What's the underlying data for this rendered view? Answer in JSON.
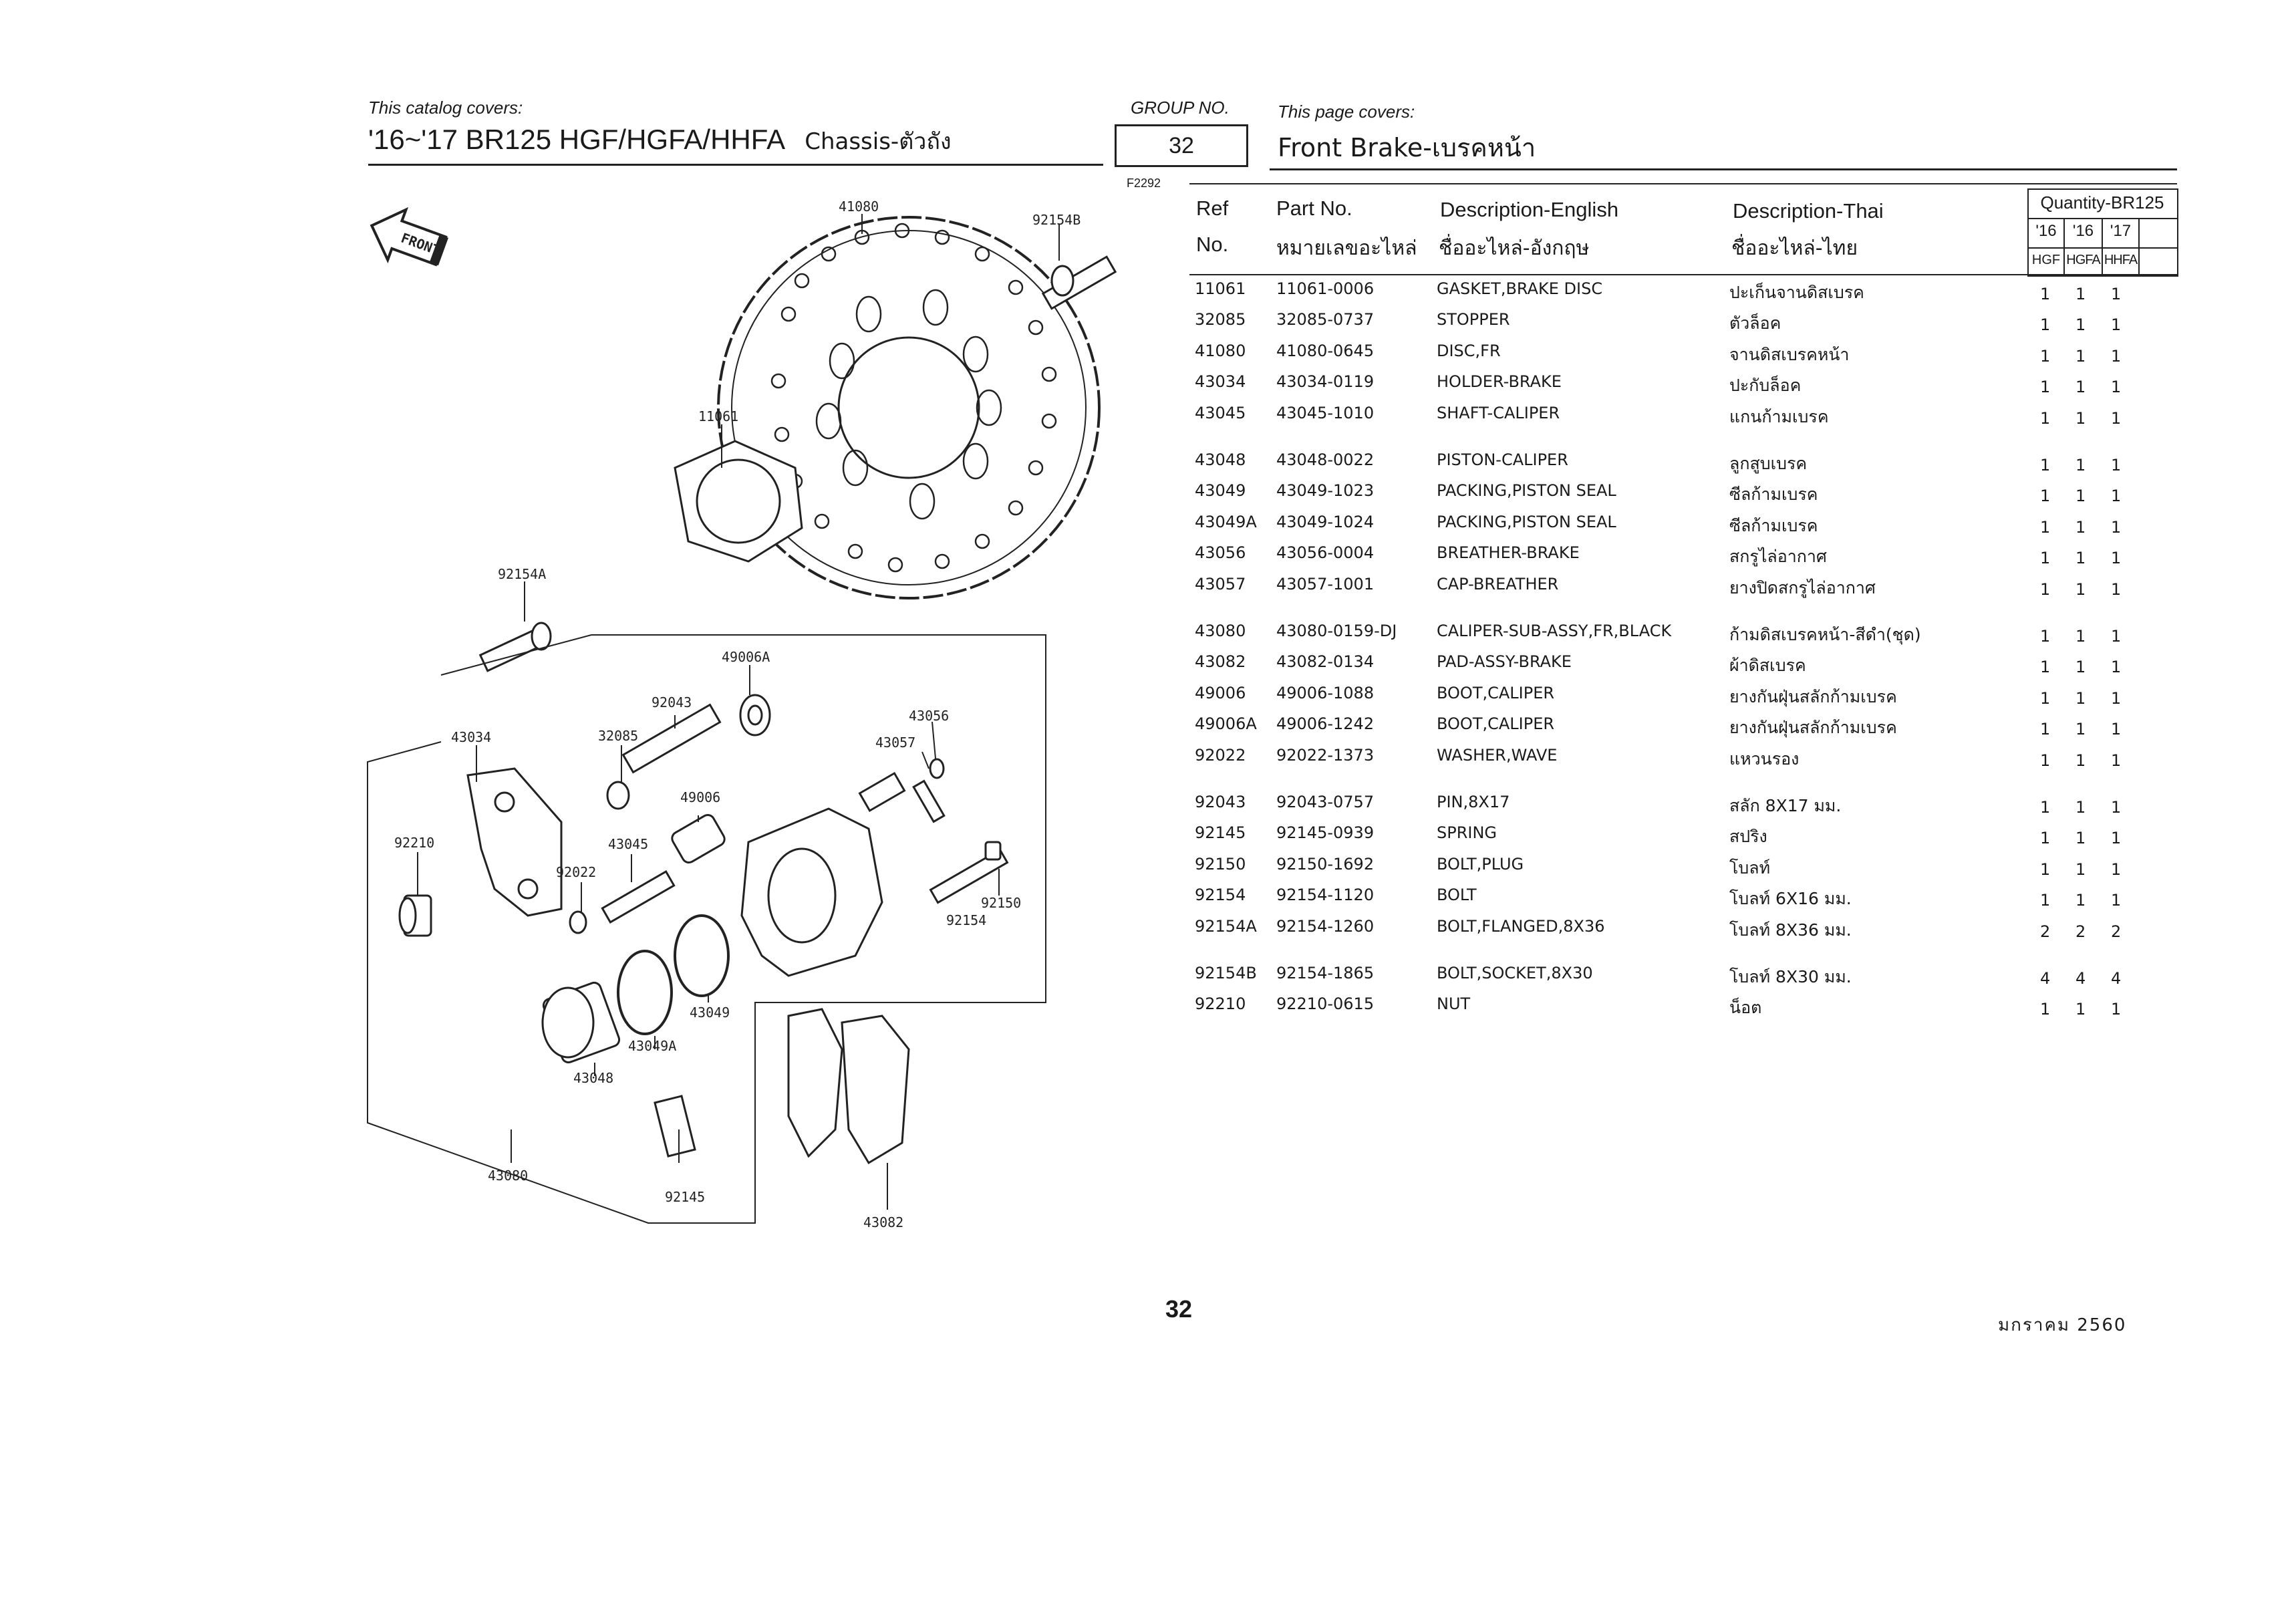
{
  "header": {
    "covers_label": "This catalog covers:",
    "model": "'16~'17 BR125 HGF/HGFA/HHFA",
    "section": "Chassis-ตัวถัง",
    "group_label": "GROUP NO.",
    "group_no": "32",
    "page_covers_label": "This page covers:",
    "page_title": "Front Brake-เบรคหน้า",
    "figure_code": "F2292"
  },
  "table": {
    "headers": {
      "ref_1": "Ref",
      "ref_2": "No.",
      "part_1": "Part No.",
      "part_2": "หมายเลขอะไหล่",
      "en_1": "Description-English",
      "en_2": "ชื่ออะไหล่-อังกฤษ",
      "th_1": "Description-Thai",
      "th_2": "ชื่ออะไหล่-ไทย",
      "qty": "Quantity-BR125",
      "years": [
        "'16",
        "'16",
        "'17"
      ],
      "models": [
        "HGF",
        "HGFA",
        "HHFA"
      ]
    },
    "rows": [
      {
        "ref": "11061",
        "part": "11061-0006",
        "en": "GASKET,BRAKE DISC",
        "th": "ปะเก็นจานดิสเบรค",
        "q": [
          "1",
          "1",
          "1"
        ]
      },
      {
        "ref": "32085",
        "part": "32085-0737",
        "en": "STOPPER",
        "th": "ตัวล็อค",
        "q": [
          "1",
          "1",
          "1"
        ]
      },
      {
        "ref": "41080",
        "part": "41080-0645",
        "en": "DISC,FR",
        "th": "จานดิสเบรคหน้า",
        "q": [
          "1",
          "1",
          "1"
        ]
      },
      {
        "ref": "43034",
        "part": "43034-0119",
        "en": "HOLDER-BRAKE",
        "th": "ปะกับล็อค",
        "q": [
          "1",
          "1",
          "1"
        ]
      },
      {
        "ref": "43045",
        "part": "43045-1010",
        "en": "SHAFT-CALIPER",
        "th": "แกนก้ามเบรค",
        "q": [
          "1",
          "1",
          "1"
        ]
      },
      {
        "ref": "43048",
        "part": "43048-0022",
        "en": "PISTON-CALIPER",
        "th": "ลูกสูบเบรค",
        "q": [
          "1",
          "1",
          "1"
        ]
      },
      {
        "ref": "43049",
        "part": "43049-1023",
        "en": "PACKING,PISTON SEAL",
        "th": "ซีลก้ามเบรค",
        "q": [
          "1",
          "1",
          "1"
        ]
      },
      {
        "ref": "43049A",
        "part": "43049-1024",
        "en": "PACKING,PISTON SEAL",
        "th": "ซีลก้ามเบรค",
        "q": [
          "1",
          "1",
          "1"
        ]
      },
      {
        "ref": "43056",
        "part": "43056-0004",
        "en": "BREATHER-BRAKE",
        "th": "สกรูไล่อากาศ",
        "q": [
          "1",
          "1",
          "1"
        ]
      },
      {
        "ref": "43057",
        "part": "43057-1001",
        "en": "CAP-BREATHER",
        "th": "ยางปิดสกรูไล่อากาศ",
        "q": [
          "1",
          "1",
          "1"
        ]
      },
      {
        "ref": "43080",
        "part": "43080-0159-DJ",
        "en": "CALIPER-SUB-ASSY,FR,BLACK",
        "th": "ก้ามดิสเบรคหน้า-สีดำ(ชุด)",
        "q": [
          "1",
          "1",
          "1"
        ]
      },
      {
        "ref": "43082",
        "part": "43082-0134",
        "en": "PAD-ASSY-BRAKE",
        "th": "ผ้าดิสเบรค",
        "q": [
          "1",
          "1",
          "1"
        ]
      },
      {
        "ref": "49006",
        "part": "49006-1088",
        "en": "BOOT,CALIPER",
        "th": "ยางกันฝุ่นสลักก้ามเบรค",
        "q": [
          "1",
          "1",
          "1"
        ]
      },
      {
        "ref": "49006A",
        "part": "49006-1242",
        "en": "BOOT,CALIPER",
        "th": "ยางกันฝุ่นสลักก้ามเบรค",
        "q": [
          "1",
          "1",
          "1"
        ]
      },
      {
        "ref": "92022",
        "part": "92022-1373",
        "en": "WASHER,WAVE",
        "th": "แหวนรอง",
        "q": [
          "1",
          "1",
          "1"
        ]
      },
      {
        "ref": "92043",
        "part": "92043-0757",
        "en": "PIN,8X17",
        "th": "สลัก 8X17 มม.",
        "q": [
          "1",
          "1",
          "1"
        ]
      },
      {
        "ref": "92145",
        "part": "92145-0939",
        "en": "SPRING",
        "th": "สปริง",
        "q": [
          "1",
          "1",
          "1"
        ]
      },
      {
        "ref": "92150",
        "part": "92150-1692",
        "en": "BOLT,PLUG",
        "th": "โบลท์",
        "q": [
          "1",
          "1",
          "1"
        ]
      },
      {
        "ref": "92154",
        "part": "92154-1120",
        "en": "BOLT",
        "th": "โบลท์ 6X16 มม.",
        "q": [
          "1",
          "1",
          "1"
        ]
      },
      {
        "ref": "92154A",
        "part": "92154-1260",
        "en": "BOLT,FLANGED,8X36",
        "th": "โบลท์ 8X36 มม.",
        "q": [
          "2",
          "2",
          "2"
        ]
      },
      {
        "ref": "92154B",
        "part": "92154-1865",
        "en": "BOLT,SOCKET,8X30",
        "th": "โบลท์ 8X30 มม.",
        "q": [
          "4",
          "4",
          "4"
        ]
      },
      {
        "ref": "92210",
        "part": "92210-0615",
        "en": "NUT",
        "th": "น็อต",
        "q": [
          "1",
          "1",
          "1"
        ]
      }
    ]
  },
  "diagram": {
    "front_label": "FRONT",
    "callouts": [
      "41080",
      "92154B",
      "11061",
      "92154A",
      "49006A",
      "92043",
      "43056",
      "43057",
      "43034",
      "32085",
      "49006",
      "92210",
      "43045",
      "92022",
      "92150",
      "92154",
      "43049",
      "43049A",
      "43048",
      "43080",
      "92145",
      "43082"
    ]
  },
  "footer": {
    "page_number": "32",
    "date": "มกราคม 2560"
  }
}
